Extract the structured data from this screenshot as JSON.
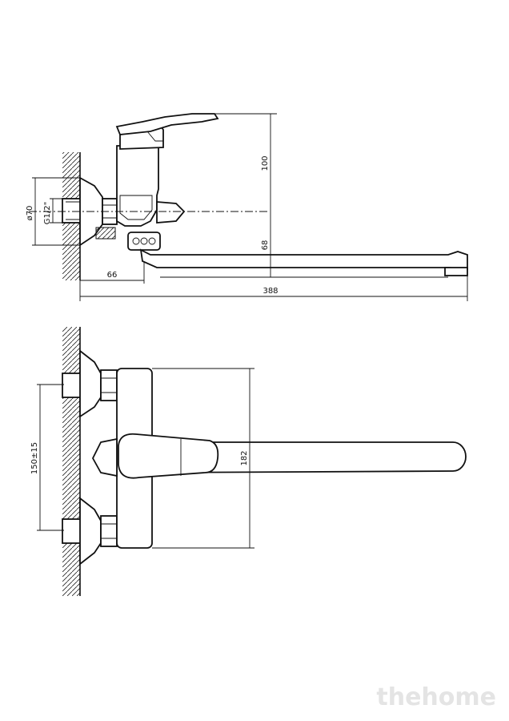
{
  "side_view": {
    "dim_height": "100",
    "dim_spout_height": "68",
    "dim_wall_offset": "66",
    "dim_total_length": "388",
    "dim_flange_diameter": "ø70",
    "dim_thread": "G1/2\""
  },
  "top_view": {
    "dim_center_distance": "150±15",
    "dim_body_width": "182"
  },
  "watermark": "thehome"
}
